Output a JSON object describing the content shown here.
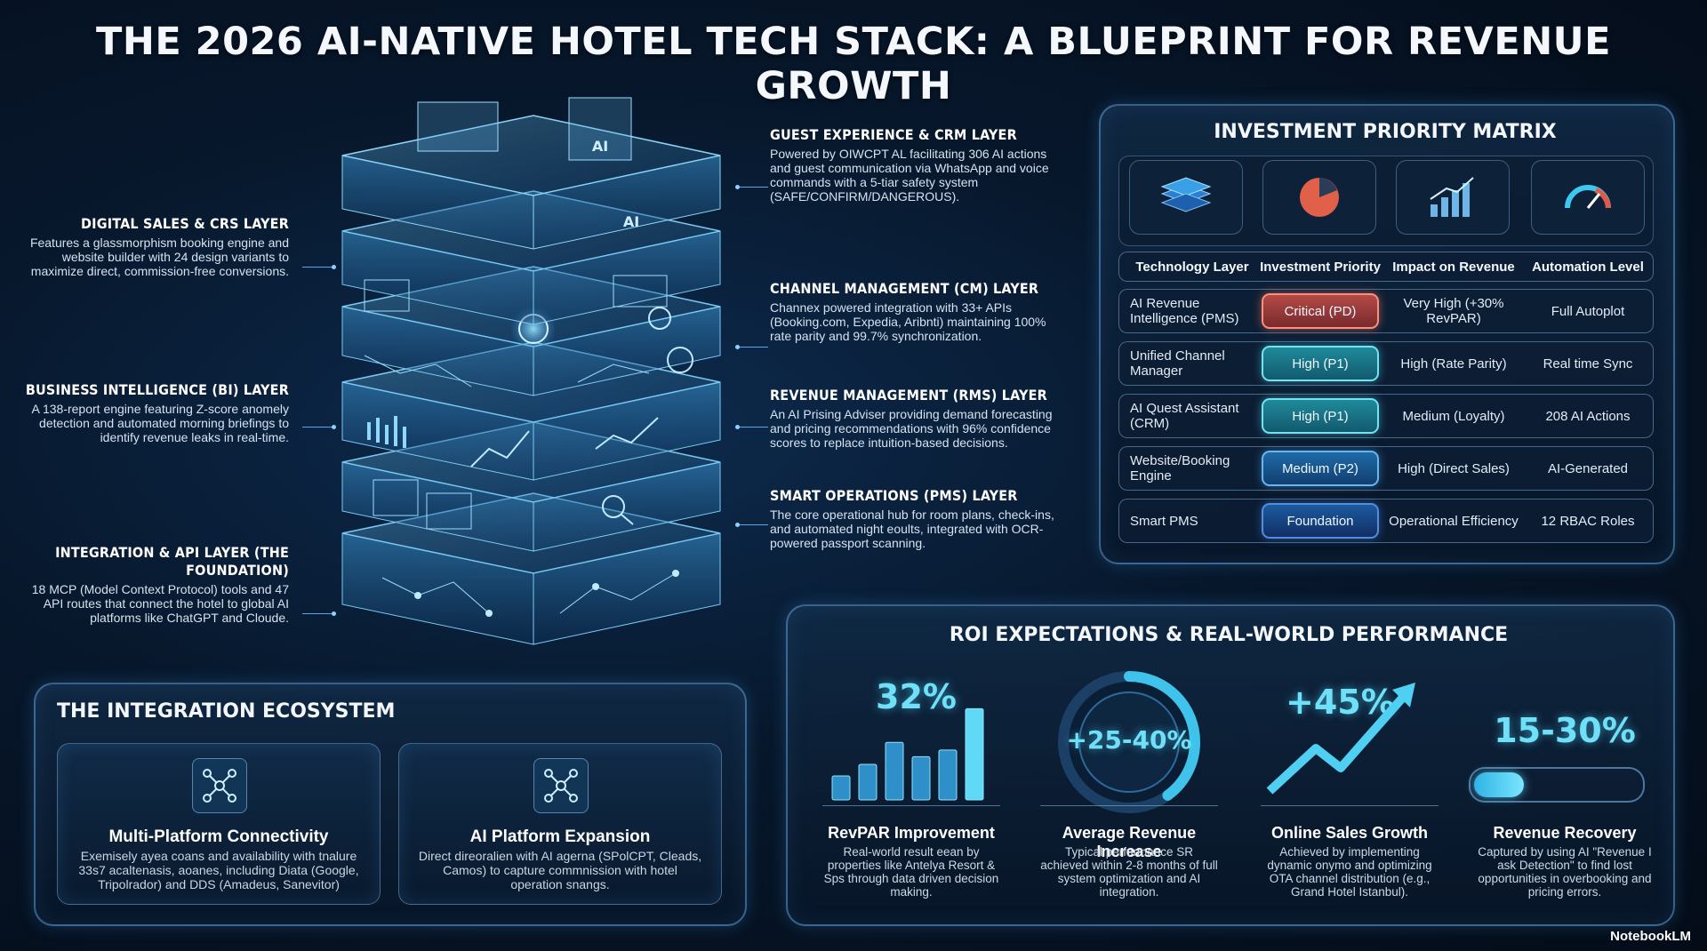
{
  "title": "THE 2026 AI-NATIVE HOTEL TECH STACK: A BLUEPRINT FOR REVENUE GROWTH",
  "left_layers": [
    {
      "title": "DIGITAL SALES & CRS LAYER",
      "text": "Features a glassmorphism booking engine and website builder with 24 design variants to maximize direct, commission-free conversions."
    },
    {
      "title": "BUSINESS INTELLIGENCE (BI) LAYER",
      "text": "A 138-report engine featuring Z-score anomely detection and automated morning briefings to identify revenue leaks in real-time."
    },
    {
      "title": "INTEGRATION & API LAYER (THE FOUNDATION)",
      "text": "18 MCP (Model Context Protocol) tools and 47 API routes that connect the hotel to global AI platforms like ChatGPT and Cloude."
    }
  ],
  "right_layers": [
    {
      "title": "GUEST EXPERIENCE & CRM LAYER",
      "text": "Powered by OIWCPT AL facilitating 306 AI actions and guest communication via WhatsApp and voice commands with a 5-tiar safety system (SAFE/CONFIRM/DANGEROUS)."
    },
    {
      "title": "CHANNEL MANAGEMENT (CM) LAYER",
      "text": "Channex powered integration with 33+ APIs (Booking.com, Expedia, Aribnti) maintaining 100% rate parity and 99.7% synchronization."
    },
    {
      "title": "REVENUE MANAGEMENT (RMS) LAYER",
      "text": "An AI Prising Adviser providing demand forecasting and pricing recommendations with 96% confidence scores to replace intuition-based decisions."
    },
    {
      "title": "SMART OPERATIONS (PMS) LAYER",
      "text": "The core operational hub for room plans, check-ins, and automated night eoults, integrated with OCR-powered passport scanning."
    }
  ],
  "stack_badges": [
    "AI",
    "AI"
  ],
  "matrix": {
    "title": "INVESTMENT PRIORITY MATRIX",
    "icons": [
      "layers-icon",
      "pie-chart-icon",
      "bar-growth-icon",
      "gauge-icon"
    ],
    "headers": [
      "Technology Layer",
      "Investment Priority",
      "Impact on Revenue",
      "Automation Level"
    ],
    "rows": [
      {
        "layer": "AI Revenue Intelligence (PMS)",
        "priority": "Critical (PD)",
        "level": "critical",
        "impact": "Very High (+30% RevPAR)",
        "automation": "Full Autoplot"
      },
      {
        "layer": "Unified Channel Manager",
        "priority": "High (P1)",
        "level": "high",
        "impact": "High (Rate Parity)",
        "automation": "Real time Sync"
      },
      {
        "layer": "AI Quest Assistant (CRM)",
        "priority": "High (P1)",
        "level": "high",
        "impact": "Medium (Loyalty)",
        "automation": "208 AI Actions"
      },
      {
        "layer": "Website/Booking Engine",
        "priority": "Medium (P2)",
        "level": "medium",
        "impact": "High (Direct Sales)",
        "automation": "AI-Generated"
      },
      {
        "layer": "Smart PMS",
        "priority": "Foundation",
        "level": "foundation",
        "impact": "Operational Efficiency",
        "automation": "12 RBAC Roles"
      }
    ]
  },
  "ecosystem": {
    "title": "THE INTEGRATION ECOSYSTEM",
    "cards": [
      {
        "title": "Multi-Platform Connectivity",
        "text": "Exemisely ayea coans and availability with tnalure 33s7 acaltenasis, aoanes, including Diata (Google, Tripolrador) and DDS (Amadeus, Sanevitor)"
      },
      {
        "title": "AI Platform Expansion",
        "text": "Direct direoralien with AI agerna (SPolCPT, Cleads, Camos) to capture commnission with hotel operation snangs."
      }
    ]
  },
  "roi": {
    "title": "ROI EXPECTATIONS & REAL-WORLD PERFORMANCE",
    "items": [
      {
        "stat": "32%",
        "title": "RevPAR Improvement",
        "text": "Real-world result eean by properties like Antelya Resort & Sps through data driven decision making."
      },
      {
        "stat": "+25-40%",
        "title": "Average Revenue Increase",
        "text": "Typical performance SR achieved within 2-8 months of full system optimization and AI integration."
      },
      {
        "stat": "+45%",
        "title": "Online Sales Growth",
        "text": "Achieved by implementing dynamic onymo and optimizing OTA channel distribution (e.g., Grand Hotel Istanbul)."
      },
      {
        "stat": "15-30%",
        "title": "Revenue Recovery",
        "text": "Captured by using AI \"Revenue I ask Detection\" to find lost opportunities in overbooking and pricing errors."
      }
    ],
    "bar_values": [
      0.25,
      0.37,
      0.6,
      0.45,
      0.52,
      0.95
    ],
    "ring_fraction": 0.4,
    "recovery_fill": 0.3
  },
  "brand": "NotebookLM",
  "colors": {
    "accent": "#6fe0f7",
    "critical": "#ff8e7a",
    "high": "#6fe4f2",
    "medium": "#64b7f5"
  }
}
